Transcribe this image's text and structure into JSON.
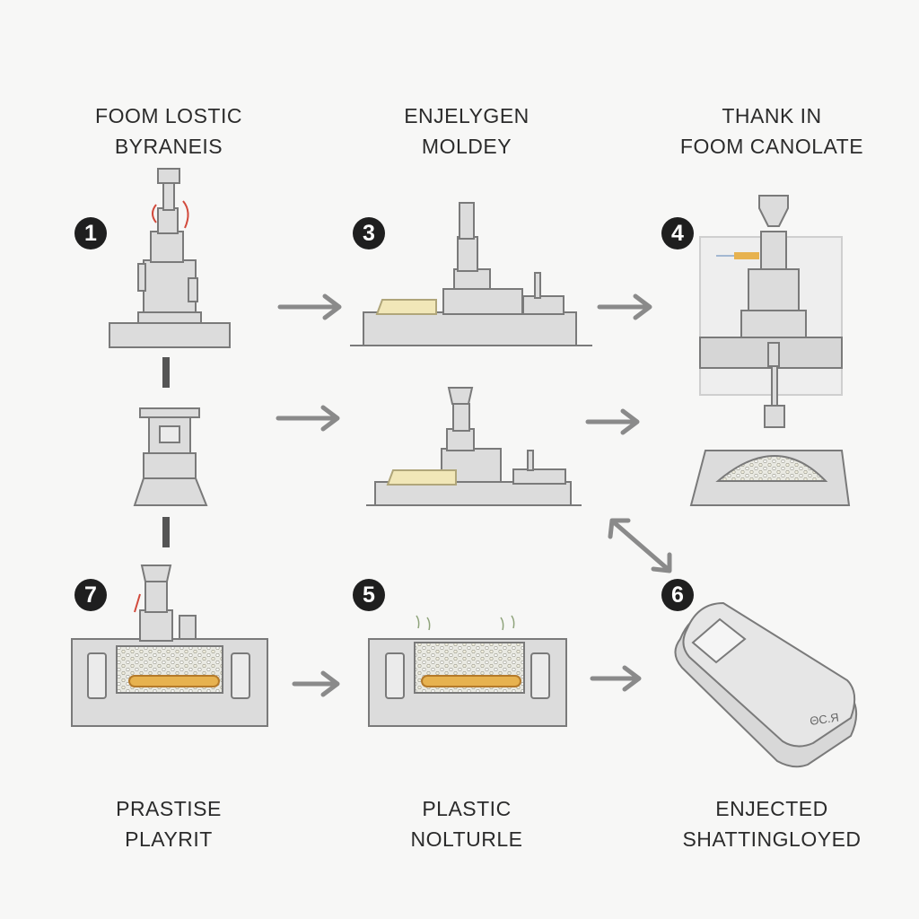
{
  "labels": {
    "top_left": {
      "line1": "FOOM LOSTIC",
      "line2": "BYRANEIS"
    },
    "top_middle": {
      "line1": "ENJELYGEN",
      "line2": "MOLDEY"
    },
    "top_right": {
      "line1": "THANK IN",
      "line2": "FOOM CANOLATE"
    },
    "bottom_left": {
      "line1": "PRASTISE",
      "line2": "PLAYRIT"
    },
    "bottom_middle": {
      "line1": "PLASTIC",
      "line2": "NOLTURLE"
    },
    "bottom_right": {
      "line1": "ENJECTED",
      "line2": "SHATTINGLOYED"
    }
  },
  "steps": {
    "step1": "1",
    "step3": "3",
    "step4": "4",
    "step5": "5",
    "step6": "6",
    "step7": "7"
  },
  "product_mark": "ΘC.Я",
  "colors": {
    "background": "#f7f7f6",
    "machine_fill": "#dcdcdc",
    "machine_stroke": "#7a7a7a",
    "arrow": "#8a8a8a",
    "accent_yellow": "#f1e7b8",
    "accent_orange": "#e7b24f",
    "accent_red": "#d24a3c"
  }
}
